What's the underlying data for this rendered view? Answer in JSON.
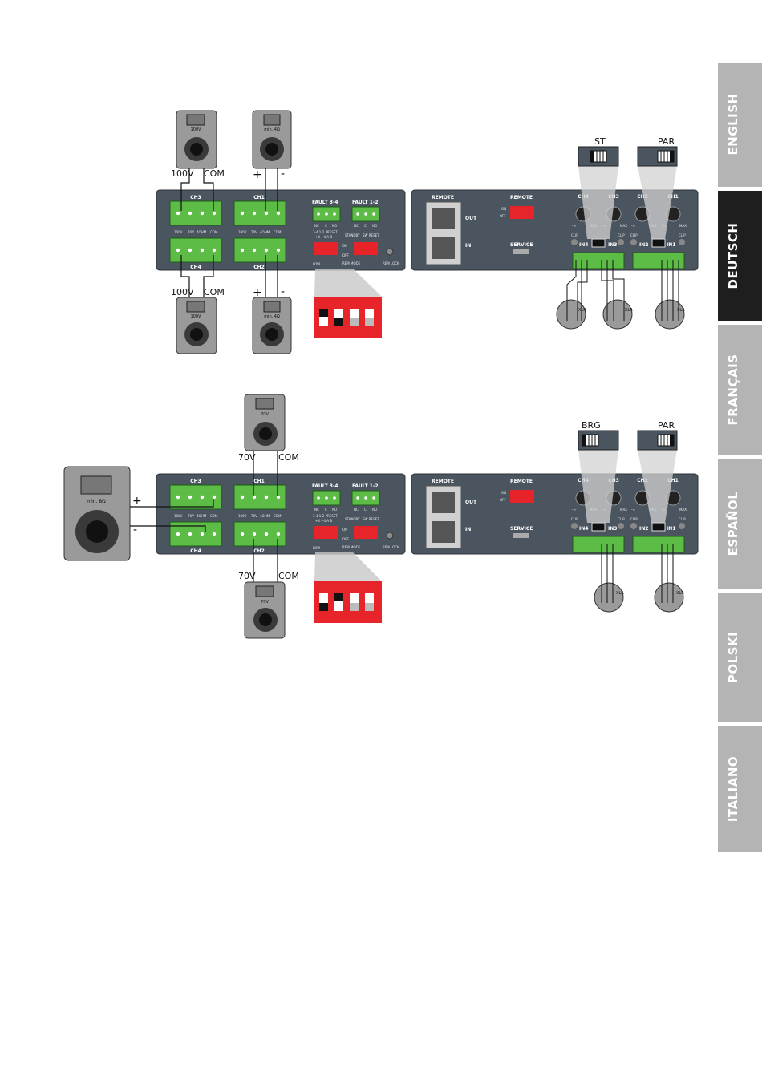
{
  "language_tabs": [
    {
      "label": "ENGLISH",
      "active": false
    },
    {
      "label": "DEUTSCH",
      "active": true
    },
    {
      "label": "FRANÇAIS",
      "active": false
    },
    {
      "label": "ESPAÑOL",
      "active": false
    },
    {
      "label": "POLSKI",
      "active": false
    },
    {
      "label": "ITALIANO",
      "active": false
    }
  ],
  "colors": {
    "panel": "#4b5560",
    "tab_inactive": "#b4b4b4",
    "tab_active": "#1e1e1e",
    "terminal_green": "#5cbc45",
    "dip_red": "#e8242b",
    "speaker_gray": "#9a9a9a"
  },
  "terminal_labels": [
    "100V",
    "70V",
    "4OHM",
    "COM"
  ],
  "relay_labels": [
    "NC",
    "C",
    "NO"
  ],
  "fig1": {
    "speaker_top_left": {
      "rating": "100V",
      "label_a": "100V",
      "label_b": "COM"
    },
    "speaker_top_right": {
      "rating": "min. 4Ω",
      "label_a": "+",
      "label_b": "-"
    },
    "speaker_bottom_left": {
      "rating": "100V",
      "label_a": "100V",
      "label_b": "COM"
    },
    "speaker_bottom_right": {
      "rating": "min. 4Ω",
      "label_a": "+",
      "label_b": "-"
    },
    "switch_left": "ST",
    "switch_right": "PAR"
  },
  "fig2": {
    "speaker_left": {
      "rating": "min. 8Ω",
      "label_a": "+",
      "label_b": "-"
    },
    "speaker_top": {
      "rating": "70V",
      "label_a": "70V",
      "label_b": "COM"
    },
    "speaker_bottom": {
      "rating": "70V",
      "label_a": "70V",
      "label_b": "COM"
    },
    "switch_left": "BRG",
    "switch_right": "PAR"
  },
  "front_panel": {
    "ch3": "CH3",
    "ch1": "CH1",
    "ch4": "CH4",
    "ch2": "CH2",
    "fault34": "FAULT 3-4",
    "fault12": "FAULT 1-2",
    "dip_header": "3-4 1-2 PRESET",
    "dip_sub": "+4 +4 A B",
    "standby": "STANDBY",
    "sw_reset": "SW RESET",
    "on": "ON",
    "off": "OFF",
    "rem_mode": "REM MODE",
    "rem_lock": "REM LOCK",
    "low": "LOW"
  },
  "rear_panel": {
    "remote": "REMOTE",
    "remote2": "REMOTE",
    "out": "OUT",
    "in": "IN",
    "on": "ON",
    "off": "OFF",
    "service": "SERVICE",
    "ch4": "CH4",
    "ch3": "CH3",
    "ch2": "CH2",
    "ch1": "CH1",
    "in4": "IN4",
    "in3": "IN3",
    "in2": "IN2",
    "in1": "IN1",
    "clip": "CLIP",
    "min": "-∞",
    "max": "MAX",
    "xlr": "XLR"
  }
}
